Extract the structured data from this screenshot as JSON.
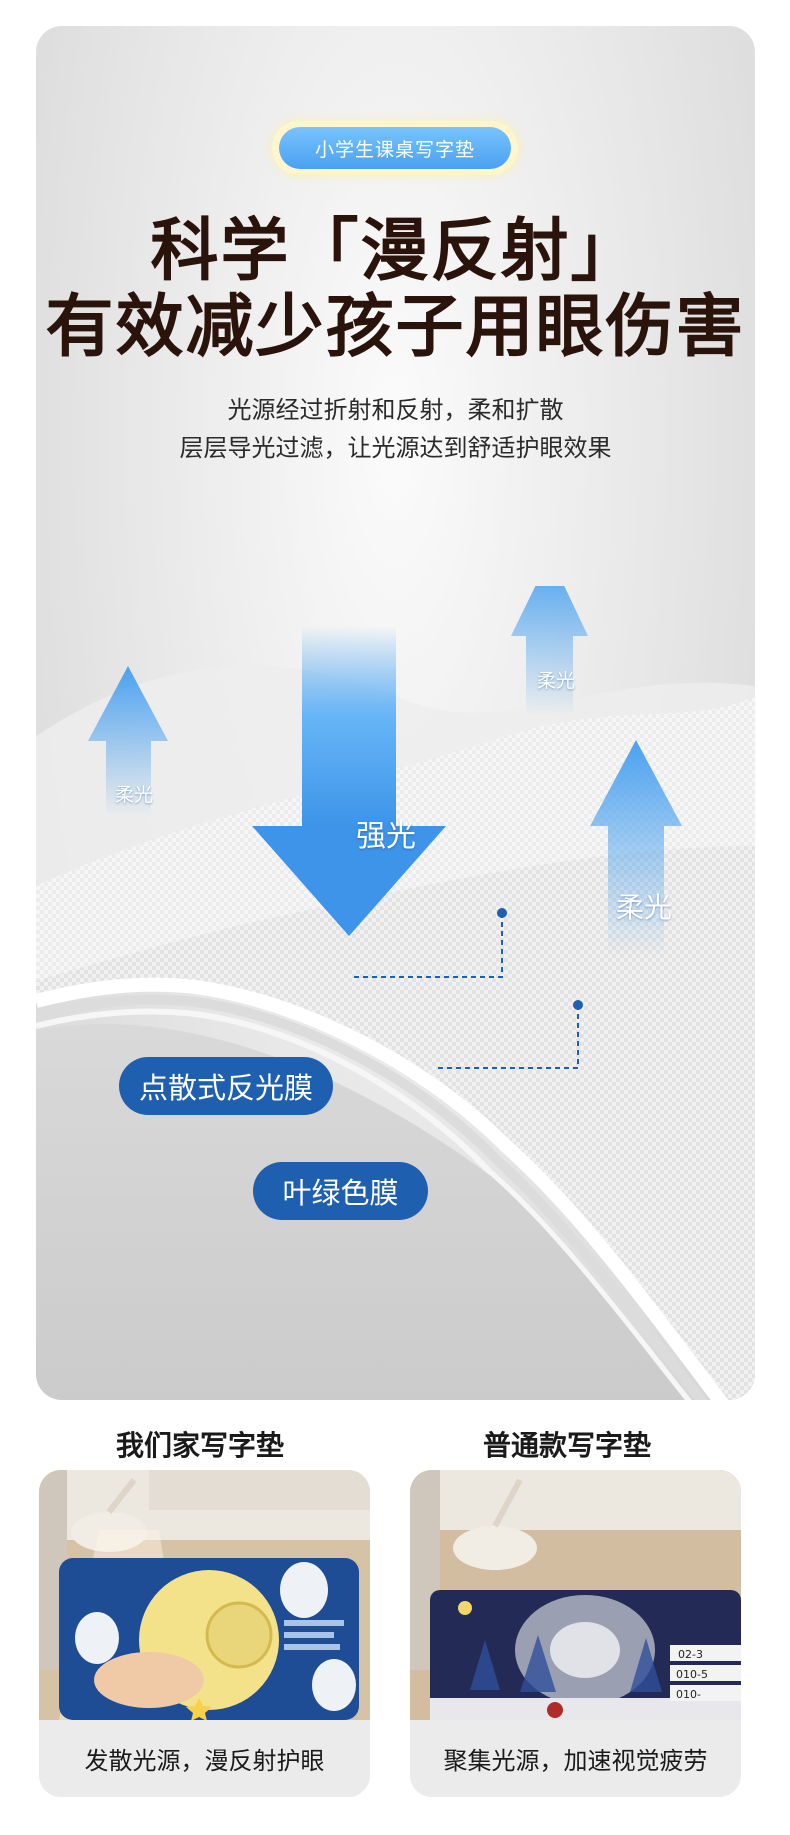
{
  "hero": {
    "pill": "小学生课桌写字垫",
    "headline_line1": "科学「漫反射」",
    "headline_line2": "有效减少孩子用眼伤害",
    "subline1": "光源经过折射和反射，柔和扩散",
    "subline2": "层层导光过滤，让光源达到舒适护眼效果"
  },
  "diagram": {
    "arrow_strong": "强光",
    "arrow_soft_left": "柔光",
    "arrow_soft_top": "柔光",
    "arrow_soft_right": "柔光",
    "layer1": "点散式反光膜",
    "layer2": "叶绿色膜"
  },
  "comparison": {
    "ours": {
      "title": "我们家写字垫",
      "caption": "发散光源，漫反射护眼"
    },
    "regular": {
      "title": "普通款写字垫",
      "caption": "聚集光源，加速视觉疲劳",
      "dates": [
        "02-3",
        "010-5",
        "010-"
      ]
    }
  },
  "colors": {
    "headline": "#2a130a",
    "tag": "#1f5fb0",
    "arrow": "#4aa1f0",
    "pill": "#5fb2f8"
  }
}
